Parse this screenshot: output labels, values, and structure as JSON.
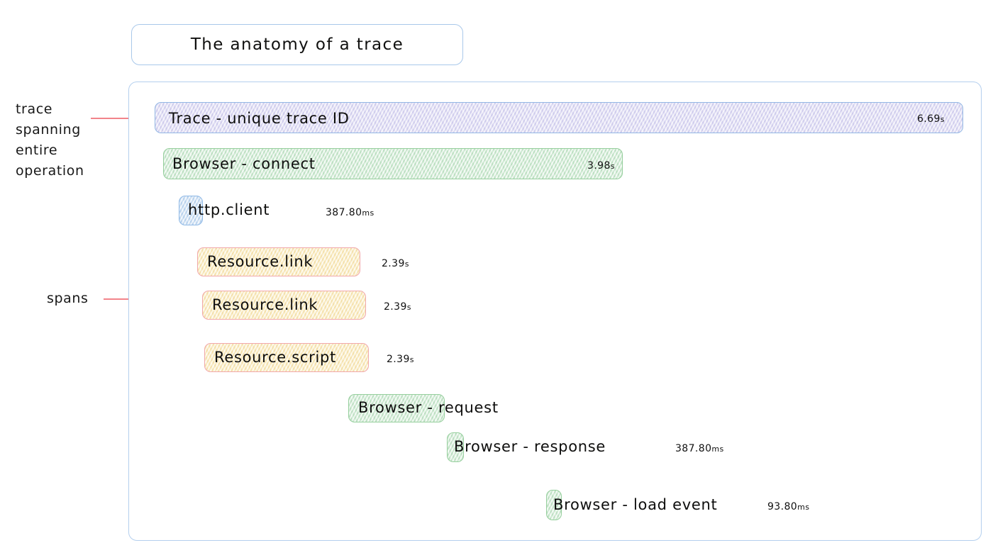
{
  "title": {
    "text": "The anatomy of a trace"
  },
  "annotations": [
    {
      "id": "trace",
      "text": "trace\nspanning\nentire\noperation"
    },
    {
      "id": "spans",
      "text": "spans"
    }
  ],
  "spans": [
    {
      "name": "trace-root",
      "label": "Trace - unique trace ID",
      "duration": "6.69",
      "unit": "s",
      "color": "#e3e1f6",
      "border": "#93b7e4",
      "duration_inside": true
    },
    {
      "name": "browser-connect",
      "label": "Browser - connect",
      "duration": "3.98",
      "unit": "s",
      "color": "#dff1e0",
      "border": "#96cf9d",
      "duration_inside": true
    },
    {
      "name": "http-client",
      "label": "http.client",
      "duration": "387.80",
      "unit": "ms",
      "color": "#dceaf8",
      "border": "#8fb9e6",
      "duration_inside": false
    },
    {
      "name": "resource-link-1",
      "label": "Resource.link",
      "duration": "2.39",
      "unit": "s",
      "color": "#fdf2cf",
      "border": "#f1a8ab",
      "duration_inside": false
    },
    {
      "name": "resource-link-2",
      "label": "Resource.link",
      "duration": "2.39",
      "unit": "s",
      "color": "#fdf2cf",
      "border": "#f1a8ab",
      "duration_inside": false
    },
    {
      "name": "resource-script",
      "label": "Resource.script",
      "duration": "2.39",
      "unit": "s",
      "color": "#fdf2cf",
      "border": "#f1a8ab",
      "duration_inside": false
    },
    {
      "name": "browser-request",
      "label": "Browser - request",
      "duration": "",
      "unit": "",
      "color": "#dff1e0",
      "border": "#96cf9d",
      "duration_inside": false
    },
    {
      "name": "browser-response",
      "label": "Browser - response",
      "duration": "387.80",
      "unit": "ms",
      "color": "#dff1e0",
      "border": "#96cf9d",
      "duration_inside": false
    },
    {
      "name": "browser-load-event",
      "label": "Browser - load event",
      "duration": "93.80",
      "unit": "ms",
      "color": "#dff1e0",
      "border": "#96cf9d",
      "duration_inside": false
    }
  ],
  "colors": {
    "panel_border": "#b4cfee",
    "annotation_line": "#f2848b",
    "text": "#101010"
  }
}
